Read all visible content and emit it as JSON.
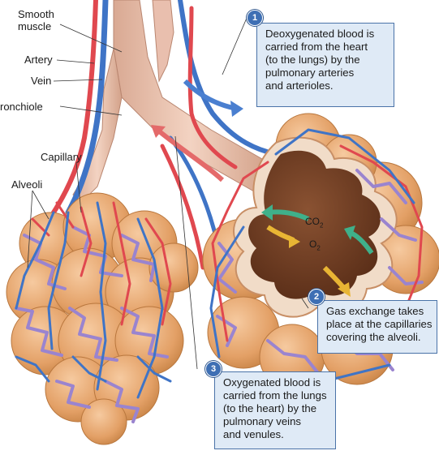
{
  "labels": {
    "smooth_muscle_line1": "Smooth",
    "smooth_muscle_line2": "muscle",
    "artery": "Artery",
    "vein": "Vein",
    "bronchiole": "ronchiole",
    "capillary": "Capillary",
    "alveoli": "Alveoli"
  },
  "gases": {
    "co2_base": "CO",
    "co2_sub": "2",
    "o2_base": "O",
    "o2_sub": "2"
  },
  "callouts": [
    {
      "number": "1",
      "lines": [
        "Deoxygenated blood is",
        "carried from the heart",
        "(to the lungs) by the",
        "pulmonary arteries",
        "and arterioles."
      ]
    },
    {
      "number": "2",
      "lines": [
        "Gas exchange takes",
        "place at the capillaries",
        "covering the alveoli."
      ]
    },
    {
      "number": "3",
      "lines": [
        "Oxygenated blood is",
        "carried from the lungs",
        "(to the heart) by the",
        "pulmonary veins",
        "and venules."
      ]
    }
  ],
  "colors": {
    "artery": "#e0484f",
    "vein": "#3f74c6",
    "capillary_mesh": "#9a84cf",
    "alveolus_tissue": "#e8a86a",
    "alveolus_interior": "#6b3b22",
    "airway": "#e8c2b0",
    "callout_fill": "#dfeaf6",
    "callout_border": "#4a73a8"
  }
}
